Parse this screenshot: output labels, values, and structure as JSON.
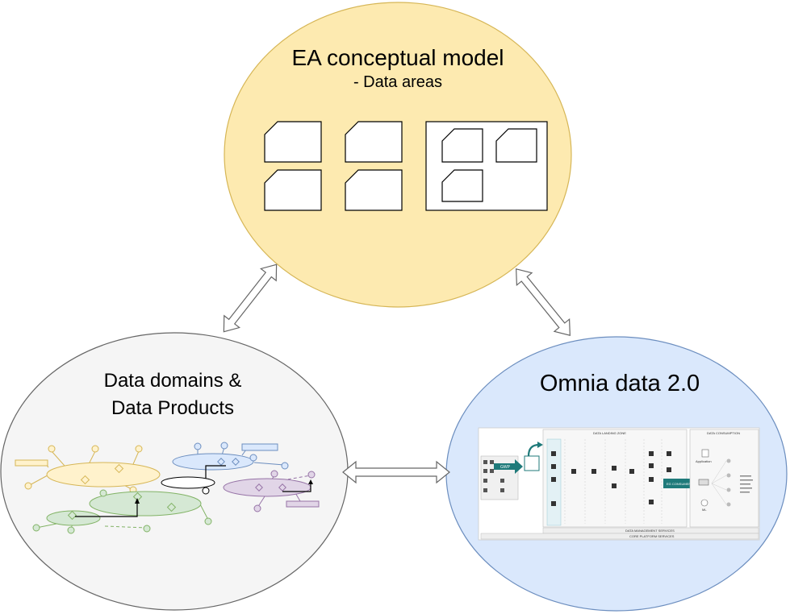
{
  "ea_model": {
    "title": "EA conceptual model",
    "subtitle": "- Data areas"
  },
  "domains": {
    "title_line1": "Data domains &",
    "title_line2": "Data Products"
  },
  "omnia": {
    "title": "Omnia data 2.0",
    "image": {
      "landing_zone_label": "DATA LANDING ZONE",
      "consumption_label": "DATA CONSUMPTION",
      "management_label": "DATA MANAGEMENT SERVICES",
      "core_platform_label": "CORE PLATFORM SERVICES",
      "application_label": "Application",
      "ml_label": "ML",
      "gwp_label": "GWP",
      "consumer_label": "EG CONSUMER"
    }
  },
  "colors": {
    "ea_fill": "#fdeab0",
    "ea_stroke": "#d6b656",
    "domains_fill": "#f5f5f5",
    "domains_stroke": "#666666",
    "omnia_fill": "#dae8fc",
    "omnia_stroke": "#6c8ebf",
    "arrow_fill": "#ffffff",
    "arrow_stroke": "#666666",
    "yellow": "#fff2cc",
    "yellow_stroke": "#d6b656",
    "blue": "#dae8fc",
    "blue_stroke": "#6c8ebf",
    "green": "#d5e8d4",
    "green_stroke": "#82b366",
    "purple": "#e1d5e7",
    "purple_stroke": "#9673a6",
    "teal": "#1f7a7a"
  }
}
